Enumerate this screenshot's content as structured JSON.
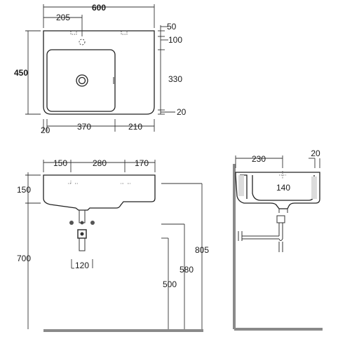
{
  "top_view": {
    "width": "600",
    "depth": "450",
    "tap_offset": "205",
    "rim_back": "50",
    "rim_back_total": "100",
    "basin_depth": "330",
    "rim_front": "20",
    "rim_left": "20",
    "basin_width": "370",
    "shelf_width": "210"
  },
  "front_view": {
    "left_hole": "150",
    "hole_spacing": "280",
    "right_hole": "170",
    "height": "150",
    "floor_height": "700",
    "waste_width": "120",
    "drain_height": "500",
    "trap_height": "580",
    "top_height": "805"
  },
  "side_view": {
    "projection": "230",
    "wall_offset": "20",
    "drain_depth": "140"
  }
}
